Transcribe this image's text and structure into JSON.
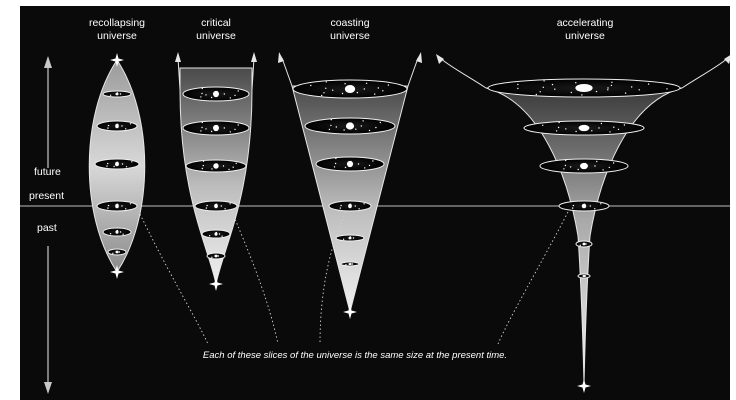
{
  "models": [
    {
      "title_line1": "recollapsing",
      "title_line2": "universe"
    },
    {
      "title_line1": "critical",
      "title_line2": "universe"
    },
    {
      "title_line1": "coasting",
      "title_line2": "universe"
    },
    {
      "title_line1": "accelerating",
      "title_line2": "universe"
    }
  ],
  "time_axis": {
    "future": "future",
    "present": "present",
    "past": "past"
  },
  "caption": "Each of these slices of the universe is the same size at the present time.",
  "colors": {
    "background": "#0a0a0a",
    "cone_light": "#f2f2f2",
    "cone_dark": "#3a3a3a",
    "lines": "#c8c8c8"
  }
}
